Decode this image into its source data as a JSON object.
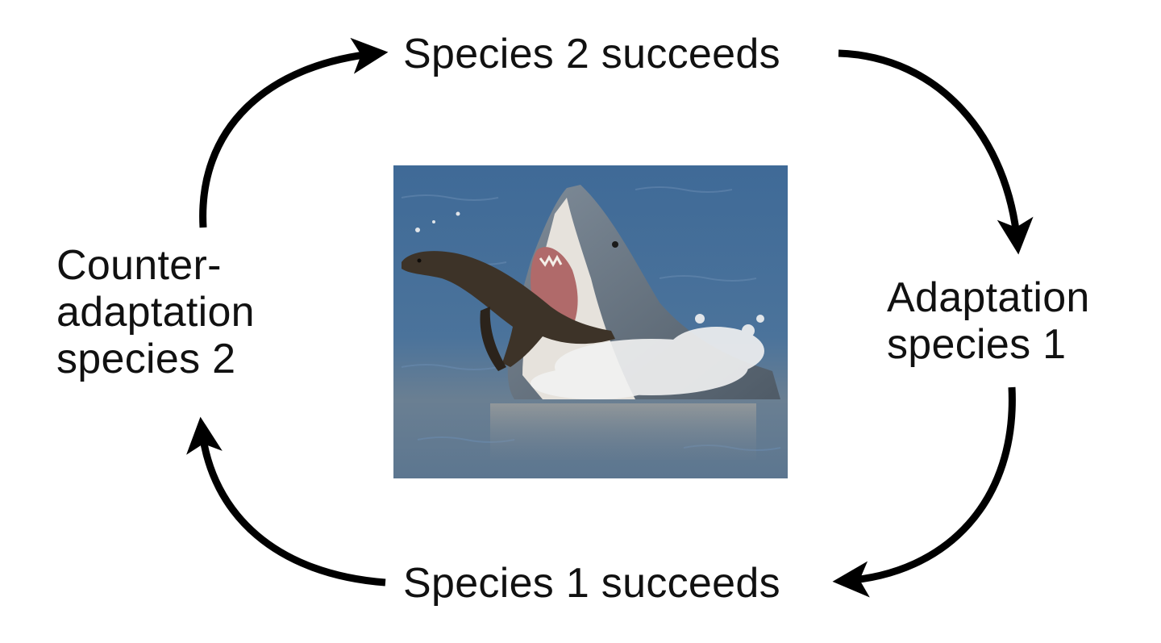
{
  "diagram": {
    "type": "cycle",
    "nodes": {
      "top": "Species 2 succeeds",
      "right": [
        "Adaptation",
        "species 1"
      ],
      "bottom": "Species 1 succeeds",
      "left": [
        "Counter-",
        "adaptation",
        "species 2"
      ]
    },
    "edges": [
      {
        "from": "top",
        "to": "right"
      },
      {
        "from": "right",
        "to": "bottom"
      },
      {
        "from": "bottom",
        "to": "left"
      },
      {
        "from": "left",
        "to": "top"
      }
    ],
    "center_image": {
      "subject": "great white shark breaching, biting at a fur seal",
      "icon": "shark-and-seal-photo"
    },
    "colors": {
      "arrow": "#000000",
      "text": "#111111",
      "water": "#4a6f95",
      "shark": "#5f6b78",
      "seal": "#3d3328"
    }
  }
}
